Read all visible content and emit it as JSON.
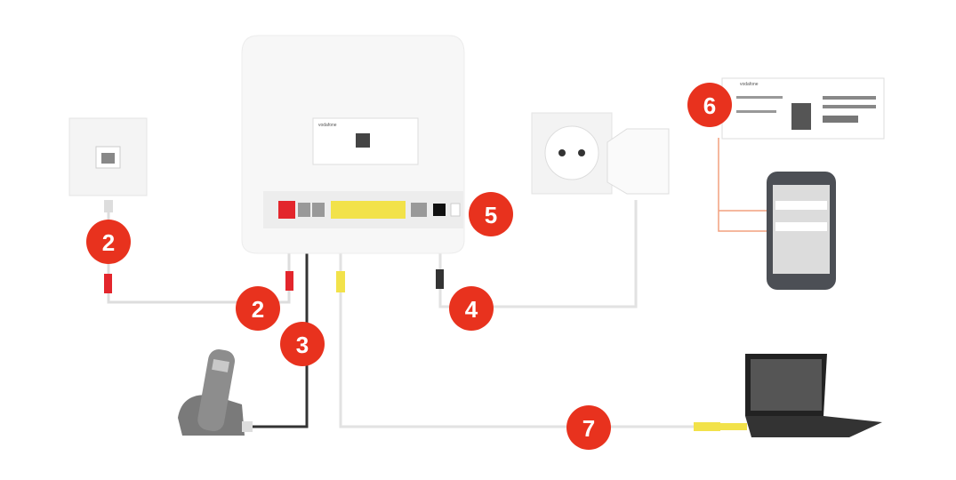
{
  "diagram": {
    "title": "Router connection diagram",
    "badge_color": "#e8321e",
    "steps": [
      {
        "id": "dsl-wall",
        "number": "2"
      },
      {
        "id": "dsl-router",
        "number": "2"
      },
      {
        "id": "phone",
        "number": "3"
      },
      {
        "id": "power",
        "number": "4"
      },
      {
        "id": "power-button",
        "number": "5"
      },
      {
        "id": "wifi-label",
        "number": "6"
      },
      {
        "id": "lan",
        "number": "7"
      }
    ],
    "label_brand": "vodafone",
    "router_brand": "vodafone"
  }
}
